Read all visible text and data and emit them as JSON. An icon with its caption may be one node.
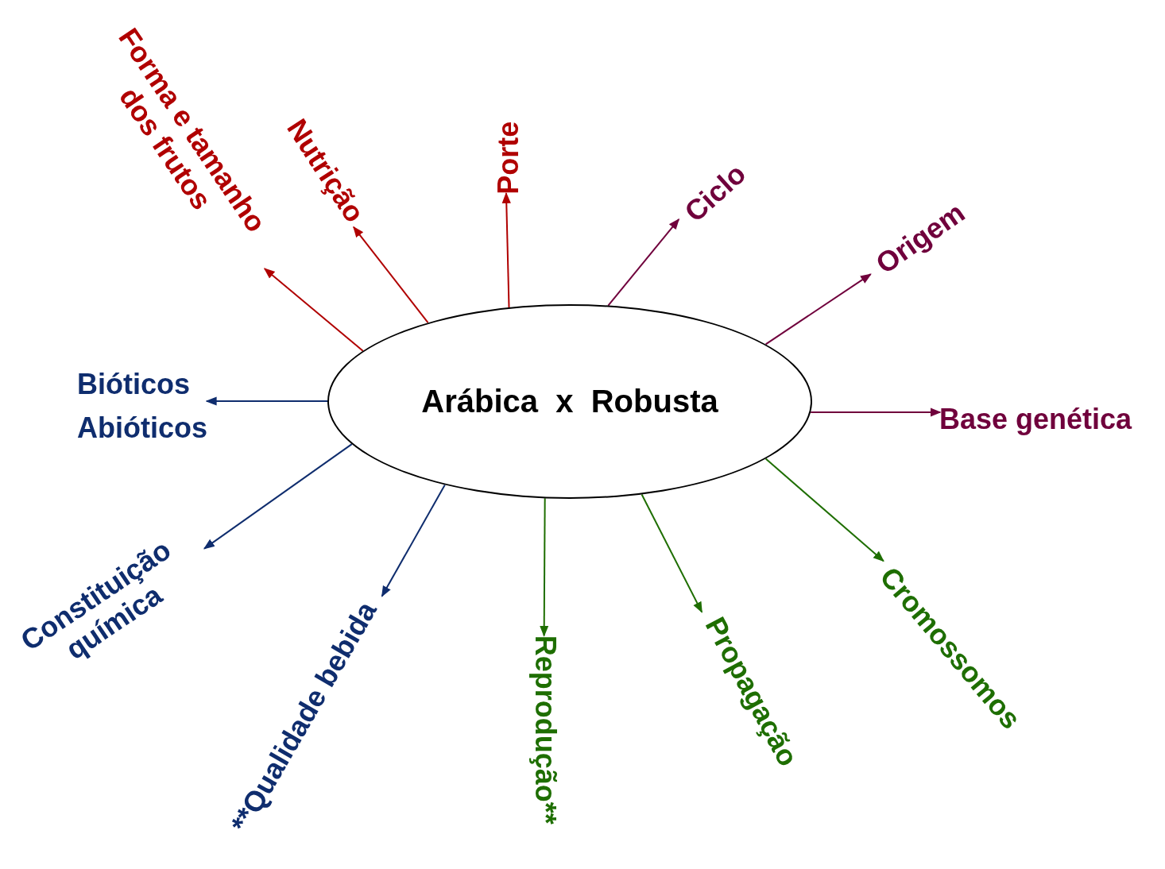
{
  "diagram": {
    "nodes": [
      {
        "text": [
          "Arábica x Robusta"
        ]
      },
      {
        "text": [
          "Forma e tamanho dos frutos"
        ]
      },
      {
        "text": [
          "Nutrição"
        ]
      },
      {
        "text": [
          "Porte"
        ]
      },
      {
        "text": [
          "Ciclo"
        ]
      },
      {
        "text": [
          "Origem"
        ]
      },
      {
        "text": [
          "Base genética"
        ]
      },
      {
        "text": [
          "Cromossomos"
        ]
      },
      {
        "text": [
          "Propagação"
        ]
      },
      {
        "text": [
          "Reprodução**"
        ]
      },
      {
        "text": [
          "**Qualidade bebida"
        ]
      },
      {
        "text": [
          "Constituição química"
        ]
      },
      {
        "text": [
          "Bióticos",
          "Abióticos"
        ]
      }
    ],
    "edges": [
      {
        "from": 0,
        "to": 1,
        "arrow": "to",
        "color": "#b00000"
      },
      {
        "from": 0,
        "to": 2,
        "arrow": "to",
        "color": "#b00000"
      },
      {
        "from": 0,
        "to": 3,
        "arrow": "to",
        "color": "#b00000"
      },
      {
        "from": 0,
        "to": 4,
        "arrow": "to",
        "color": "#70003c"
      },
      {
        "from": 0,
        "to": 5,
        "arrow": "to",
        "color": "#70003c"
      },
      {
        "from": 0,
        "to": 6,
        "arrow": "to",
        "color": "#70003c"
      },
      {
        "from": 0,
        "to": 7,
        "arrow": "to",
        "color": "#1e6e00"
      },
      {
        "from": 0,
        "to": 8,
        "arrow": "to",
        "color": "#1e6e00"
      },
      {
        "from": 0,
        "to": 9,
        "arrow": "to",
        "color": "#1e6e00"
      },
      {
        "from": 0,
        "to": 10,
        "arrow": "to",
        "color": "#0f2d6e"
      },
      {
        "from": 0,
        "to": 11,
        "arrow": "to",
        "color": "#0f2d6e"
      },
      {
        "from": 0,
        "to": 12,
        "arrow": "to",
        "color": "#0f2d6e"
      }
    ]
  }
}
